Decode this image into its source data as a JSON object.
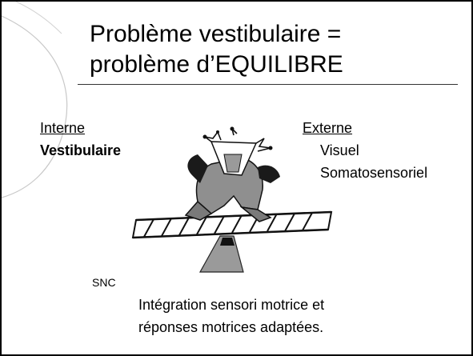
{
  "title": {
    "line1": "Problème vestibulaire =",
    "line2": "problème d’EQUILIBRE"
  },
  "left": {
    "heading": "Interne",
    "item": "Vestibulaire"
  },
  "right": {
    "heading": "Externe",
    "items": [
      "Visuel",
      "Somatosensoriel"
    ]
  },
  "snc_label": "SNC",
  "bottom": {
    "line1": "Intégration sensori motrice et",
    "line2": "réponses motrices adaptées."
  },
  "illustration": {
    "icon": "balance-figure-icon"
  }
}
